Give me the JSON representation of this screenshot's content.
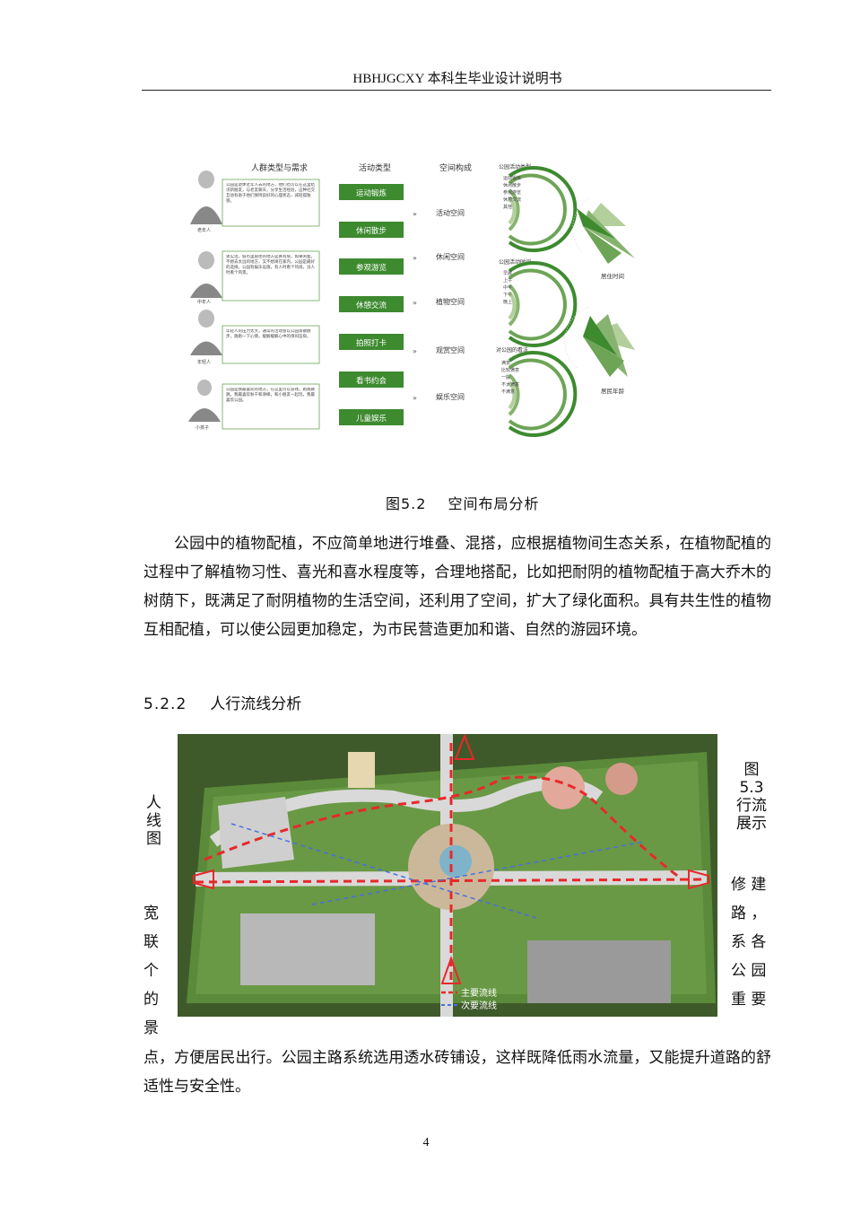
{
  "header": {
    "title": "HBHJGCXY 本科生毕业设计说明书"
  },
  "figure1": {
    "col_titles": [
      "人群类型与需求",
      "活动类型",
      "空间构成"
    ],
    "people": [
      {
        "label": "老年人",
        "text": "公园是退休老年人去的地方，他们也可以在这里结识新朋友，与老友聊天，分享生活经验，这种社交互动有助于他们保持良好的心理状态，减轻孤独感。"
      },
      {
        "label": "中年人",
        "text": "诶实话，城市里居住的地方是真有限，如果闲着，不想去太远的地方，又不想窝在家内，公园是最好的选择。公园有娱乐设施，有人时看个热闹，没人时看个风景。"
      },
      {
        "label": "年轻人",
        "text": "年轻人的压力太大，通常的活动会以公园景散散步，跑跑一下心情，缓解缓解心中的烦闷压抑。"
      },
      {
        "label": "小孩子",
        "text": "公园是我最喜欢的地方，在这里可以游戏，跑跑跳跳，我最喜欢秋千和滑梯，和小朋友一起玩，我最喜欢公园。"
      }
    ],
    "activities": [
      "运动锻炼",
      "休闲散步",
      "参观游览",
      "休憩交流",
      "拍照打卡",
      "看书约会",
      "儿童娱乐"
    ],
    "spaces": [
      "活动空间",
      "休闲空间",
      "植物空间",
      "观赏空间",
      "娱乐空间"
    ],
    "radial_titles": [
      "公园活动类型",
      "公园活动时间",
      "对公园的看法"
    ],
    "radial_items": [
      [
        "运动锻炼",
        "休闲散步",
        "参观游览",
        "休憩交流",
        "其他"
      ],
      [
        "早晨",
        "上午",
        "中午",
        "下午",
        "晚上"
      ],
      [
        "满意",
        "比较满意",
        "一般",
        "不太满意",
        "不满意"
      ]
    ],
    "fan_titles": [
      "居住时间",
      "居民年龄"
    ],
    "colors": {
      "green_dark": "#3d8a2f",
      "green_mid": "#6da456",
      "green_light": "#b3cf9b"
    }
  },
  "caption1": {
    "num": "图5.2",
    "title": "空间布局分析"
  },
  "paragraph": "公园中的植物配植，不应简单地进行堆叠、混搭，应根据植物间生态关系，在植物配植的过程中了解植物习性、喜光和喜水程度等，合理地搭配，比如把耐阴的植物配植于高大乔木的树荫下，既满足了耐阴植物的生活空间，还利用了空间，扩大了绿化面积。具有共生性的植物互相配植，可以使公园更加稳定，为市民营造更加和谐、自然的游园环境。",
  "section": {
    "num": "5.2.2",
    "title": "人行流线分析"
  },
  "figure2": {
    "legend": [
      {
        "label": "主要流线",
        "color": "#e8282a"
      },
      {
        "label": "次要流线",
        "color": "#4a6fe0"
      }
    ]
  },
  "wrap": {
    "left_top": [
      "人",
      "线",
      "图"
    ],
    "right_top": [
      "图",
      "5.3",
      "行流",
      "展示"
    ],
    "right": [
      "修 建",
      "路 ，",
      "系 各",
      "公 园",
      "重 要"
    ],
    "left": [
      "宽",
      "联",
      "个",
      "的",
      "景"
    ]
  },
  "bottom_text": "点，方便居民出行。公园主路系统选用透水砖铺设，这样既降低雨水流量，又能提升道路的舒适性与安全性。",
  "page_number": "4"
}
